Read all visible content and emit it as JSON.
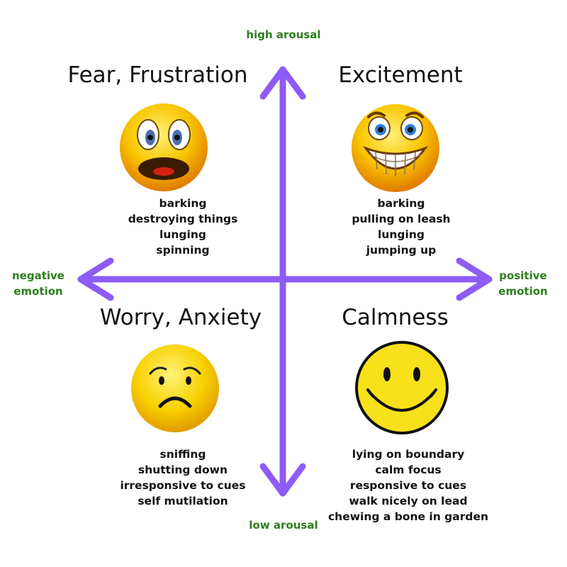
{
  "axes": {
    "top": "high arousal",
    "bottom": "low arousal",
    "left": [
      "negative",
      "emotion"
    ],
    "right": [
      "positive",
      "emotion"
    ],
    "color": "#8c5cf5"
  },
  "quadrants": {
    "top_left": {
      "title": "Fear, Frustration",
      "face": "shocked-face-icon",
      "behaviors": [
        "barking",
        "destroying things",
        "lunging",
        "spinning"
      ]
    },
    "top_right": {
      "title": "Excitement",
      "face": "grinning-face-icon",
      "behaviors": [
        "barking",
        "pulling on leash",
        "lunging",
        "jumping up"
      ]
    },
    "bottom_left": {
      "title": "Worry, Anxiety",
      "face": "worried-face-icon",
      "behaviors": [
        "sniffing",
        "shutting down",
        "irresponsive to cues",
        "self mutilation"
      ]
    },
    "bottom_right": {
      "title": "Calmness",
      "face": "smiley-face-icon",
      "behaviors": [
        "lying on boundary",
        "calm focus",
        "responsive to cues",
        "walk nicely on lead",
        "chewing a bone in garden"
      ]
    }
  },
  "colors": {
    "label_green": "#2e7d1e",
    "face_yellow": "#f7c600",
    "text": "#111111"
  }
}
